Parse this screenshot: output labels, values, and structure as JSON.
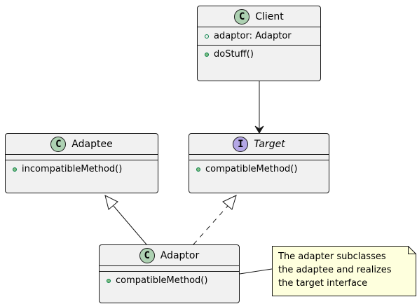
{
  "classes": {
    "client": {
      "stereotype": "C",
      "name": "Client",
      "fields": [
        "adaptor: Adaptor"
      ],
      "methods": [
        "doStuff()"
      ]
    },
    "adaptee": {
      "stereotype": "C",
      "name": "Adaptee",
      "methods": [
        "incompatibleMethod()"
      ]
    },
    "target": {
      "stereotype": "I",
      "name": "Target",
      "methods": [
        "compatibleMethod()"
      ]
    },
    "adaptor": {
      "stereotype": "C",
      "name": "Adaptor",
      "methods": [
        "compatibleMethod()"
      ]
    }
  },
  "note": {
    "lines": [
      "The adapter subclasses",
      "the adaptee and realizes",
      "the target interface"
    ]
  },
  "colors": {
    "class_fill": "#f1f1f1",
    "class_stereotype": "#add1b2",
    "interface_stereotype": "#b4a7e5",
    "note_fill": "#feffdd",
    "line": "#181818"
  }
}
